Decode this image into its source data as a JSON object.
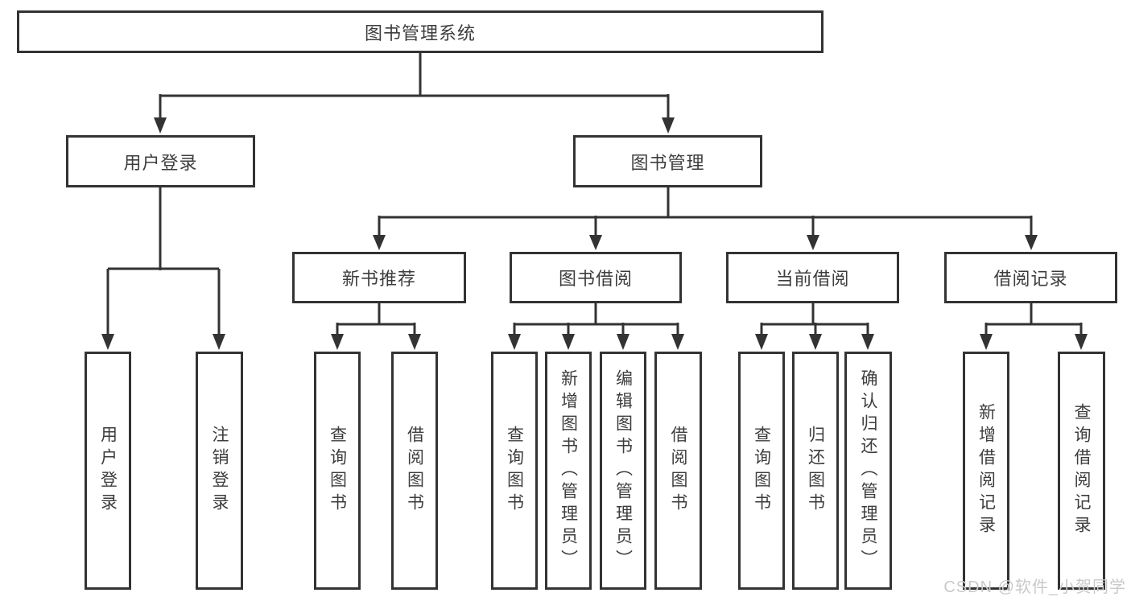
{
  "title": "图书管理系统",
  "colors": {
    "line": "#333333",
    "border": "#333333",
    "text": "#3d3d3d",
    "box_background": "#ffffff",
    "watermark": "#c9c9c9"
  },
  "nodes": {
    "root": "图书管理系统",
    "user_login": "用户登录",
    "book_management": "图书管理",
    "new_book_recommend": "新书推荐",
    "book_borrow": "图书借阅",
    "current_borrow": "当前借阅",
    "borrow_records": "借阅记录",
    "leaf_user_login": "用户登录",
    "leaf_logout": "注销登录",
    "leaf_query_books_a": "查询图书",
    "leaf_borrow_books_a": "借阅图书",
    "leaf_query_books_b": "查询图书",
    "leaf_add_book_admin": "新增图书（管理员）",
    "leaf_edit_book_admin": "编辑图书（管理员）",
    "leaf_borrow_books_b": "借阅图书",
    "leaf_query_books_c": "查询图书",
    "leaf_return_books": "归还图书",
    "leaf_confirm_return_admin": "确认归还（管理员）",
    "leaf_add_borrow_record": "新增借阅记录",
    "leaf_query_borrow_record": "查询借阅记录"
  },
  "watermark": "CSDN @软件_小贺同学"
}
